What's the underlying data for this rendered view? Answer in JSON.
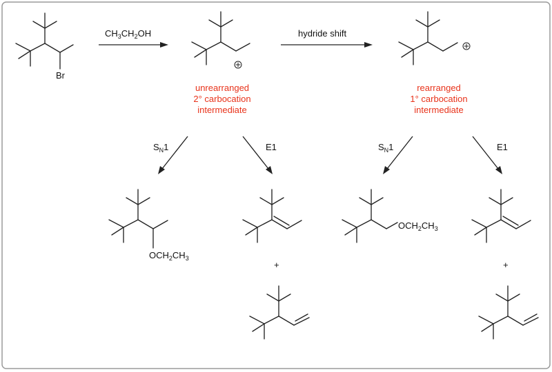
{
  "reagent": {
    "p1": "CH",
    "s1": "3",
    "p2": "CH",
    "s2": "2",
    "p3": "OH"
  },
  "shift_label": "hydride shift",
  "bromine": "Br",
  "intermediate_2": {
    "line1": "unrearranged",
    "line2": "2° carbocation",
    "line3": "intermediate"
  },
  "intermediate_1": {
    "line1": "rearranged",
    "line2": "1° carbocation",
    "line3": "intermediate"
  },
  "paths": {
    "sn1_s": "S",
    "sn1_sub": "N",
    "sn1_num": "1",
    "e1": "E1"
  },
  "ether": {
    "p1": "OCH",
    "s1": "2",
    "p2": "CH",
    "s2": "3"
  },
  "plus": "+",
  "colors": {
    "accent": "#e8321a",
    "ink": "#222222",
    "frame": "#9a9a9a"
  }
}
